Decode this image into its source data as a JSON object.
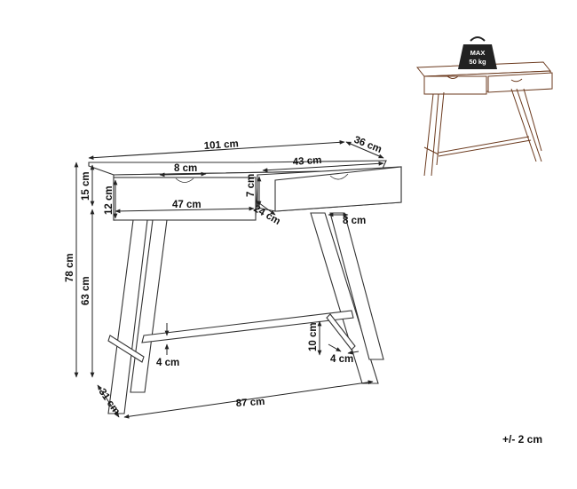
{
  "weight_limit": {
    "line1": "MAX",
    "line2": "50 kg"
  },
  "dimensions": {
    "width": "101 cm",
    "depth": "36 cm",
    "drawer_handle": "8 cm",
    "drawer_width": "43 cm",
    "top_thickness": "15 cm",
    "drawer_height_left": "12 cm",
    "drawer_height_right": "7 cm",
    "inner_width": "47 cm",
    "drawer_depth": "24 cm",
    "leg_width": "8 cm",
    "total_height": "78 cm",
    "leg_height": "63 cm",
    "stretcher_height": "10 cm",
    "stretcher_thickness_left": "4 cm",
    "stretcher_thickness_right": "4 cm",
    "base_width": "87 cm",
    "base_depth": "31 cm"
  },
  "tolerance": "+/- 2 cm"
}
